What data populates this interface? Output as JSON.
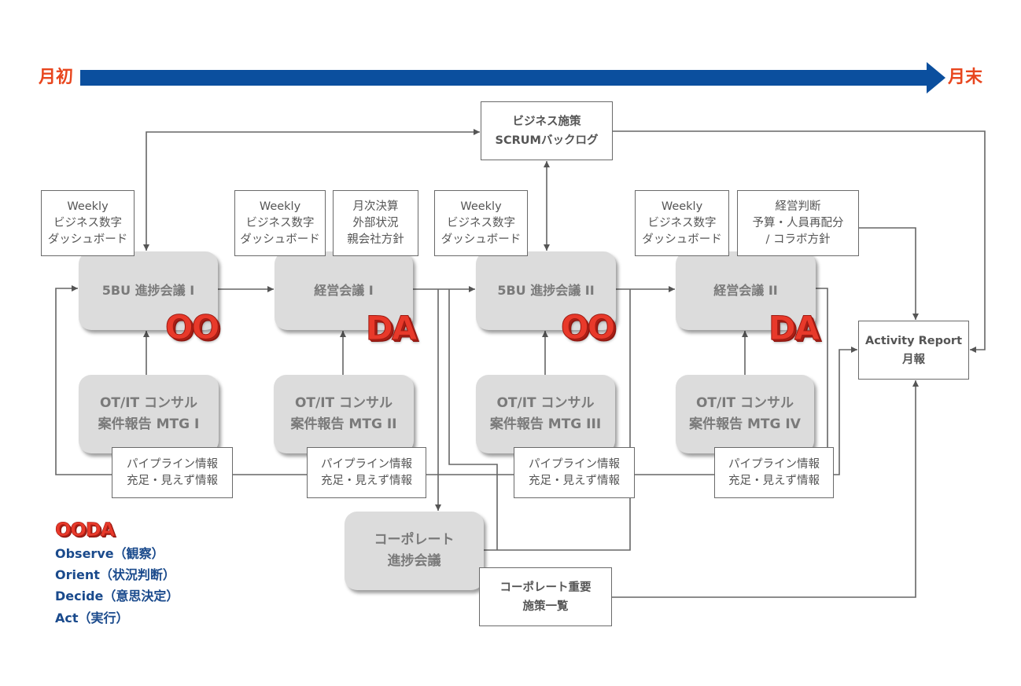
{
  "timeline": {
    "start_label": "月初",
    "end_label": "月末"
  },
  "colors": {
    "timeline_bar": "#0B4F9E",
    "timeline_label": "#E8461E",
    "ooda_red": "#E8392A",
    "legend_blue": "#1A4A8C",
    "meeting_fill": "#DCDCDC",
    "connector": "#666666"
  },
  "scrum_backlog": {
    "lines": [
      "ビジネス施策",
      "SCRUMバックログ"
    ]
  },
  "inputs": {
    "weekly_1": {
      "lines": [
        "Weekly",
        "ビジネス数字",
        "ダッシュボード"
      ]
    },
    "weekly_2": {
      "lines": [
        "Weekly",
        "ビジネス数字",
        "ダッシュボード"
      ]
    },
    "monthly_closing": {
      "lines": [
        "月次決算",
        "外部状況",
        "親会社方針"
      ]
    },
    "weekly_3": {
      "lines": [
        "Weekly",
        "ビジネス数字",
        "ダッシュボード"
      ]
    },
    "weekly_4": {
      "lines": [
        "Weekly",
        "ビジネス数字",
        "ダッシュボード"
      ]
    },
    "management_decision": {
      "lines": [
        "経営判断",
        "予算・人員再配分",
        "/ コラボ方針"
      ]
    }
  },
  "meetings": [
    {
      "label": "5BU 進捗会議 I",
      "phase": "OO"
    },
    {
      "label": "経営会議 I",
      "phase": "DA"
    },
    {
      "label": "5BU 進捗会議 II",
      "phase": "OO"
    },
    {
      "label": "経営会議 II",
      "phase": "DA"
    }
  ],
  "consulting_mtgs": [
    {
      "lines": [
        "OT/IT コンサル",
        "案件報告 MTG I"
      ]
    },
    {
      "lines": [
        "OT/IT コンサル",
        "案件報告 MTG II"
      ]
    },
    {
      "lines": [
        "OT/IT コンサル",
        "案件報告 MTG III"
      ]
    },
    {
      "lines": [
        "OT/IT コンサル",
        "案件報告 MTG IV"
      ]
    }
  ],
  "pipeline_info": [
    {
      "lines": [
        "パイプライン情報",
        "充足・見えず情報"
      ]
    },
    {
      "lines": [
        "パイプライン情報",
        "充足・見えず情報"
      ]
    },
    {
      "lines": [
        "パイプライン情報",
        "充足・見えず情報"
      ]
    },
    {
      "lines": [
        "パイプライン情報",
        "充足・見えず情報"
      ]
    }
  ],
  "corporate_meeting": {
    "lines": [
      "コーポレート",
      "進捗会議"
    ]
  },
  "corporate_initiatives": {
    "lines": [
      "コーポレート重要",
      "施策一覧"
    ]
  },
  "activity_report": {
    "lines": [
      "Activity Report",
      "月報"
    ]
  },
  "legend": {
    "title": "OODA",
    "items": [
      "Observe（観察）",
      "Orient（状況判断）",
      "Decide（意思決定）",
      "Act（実行）"
    ]
  }
}
